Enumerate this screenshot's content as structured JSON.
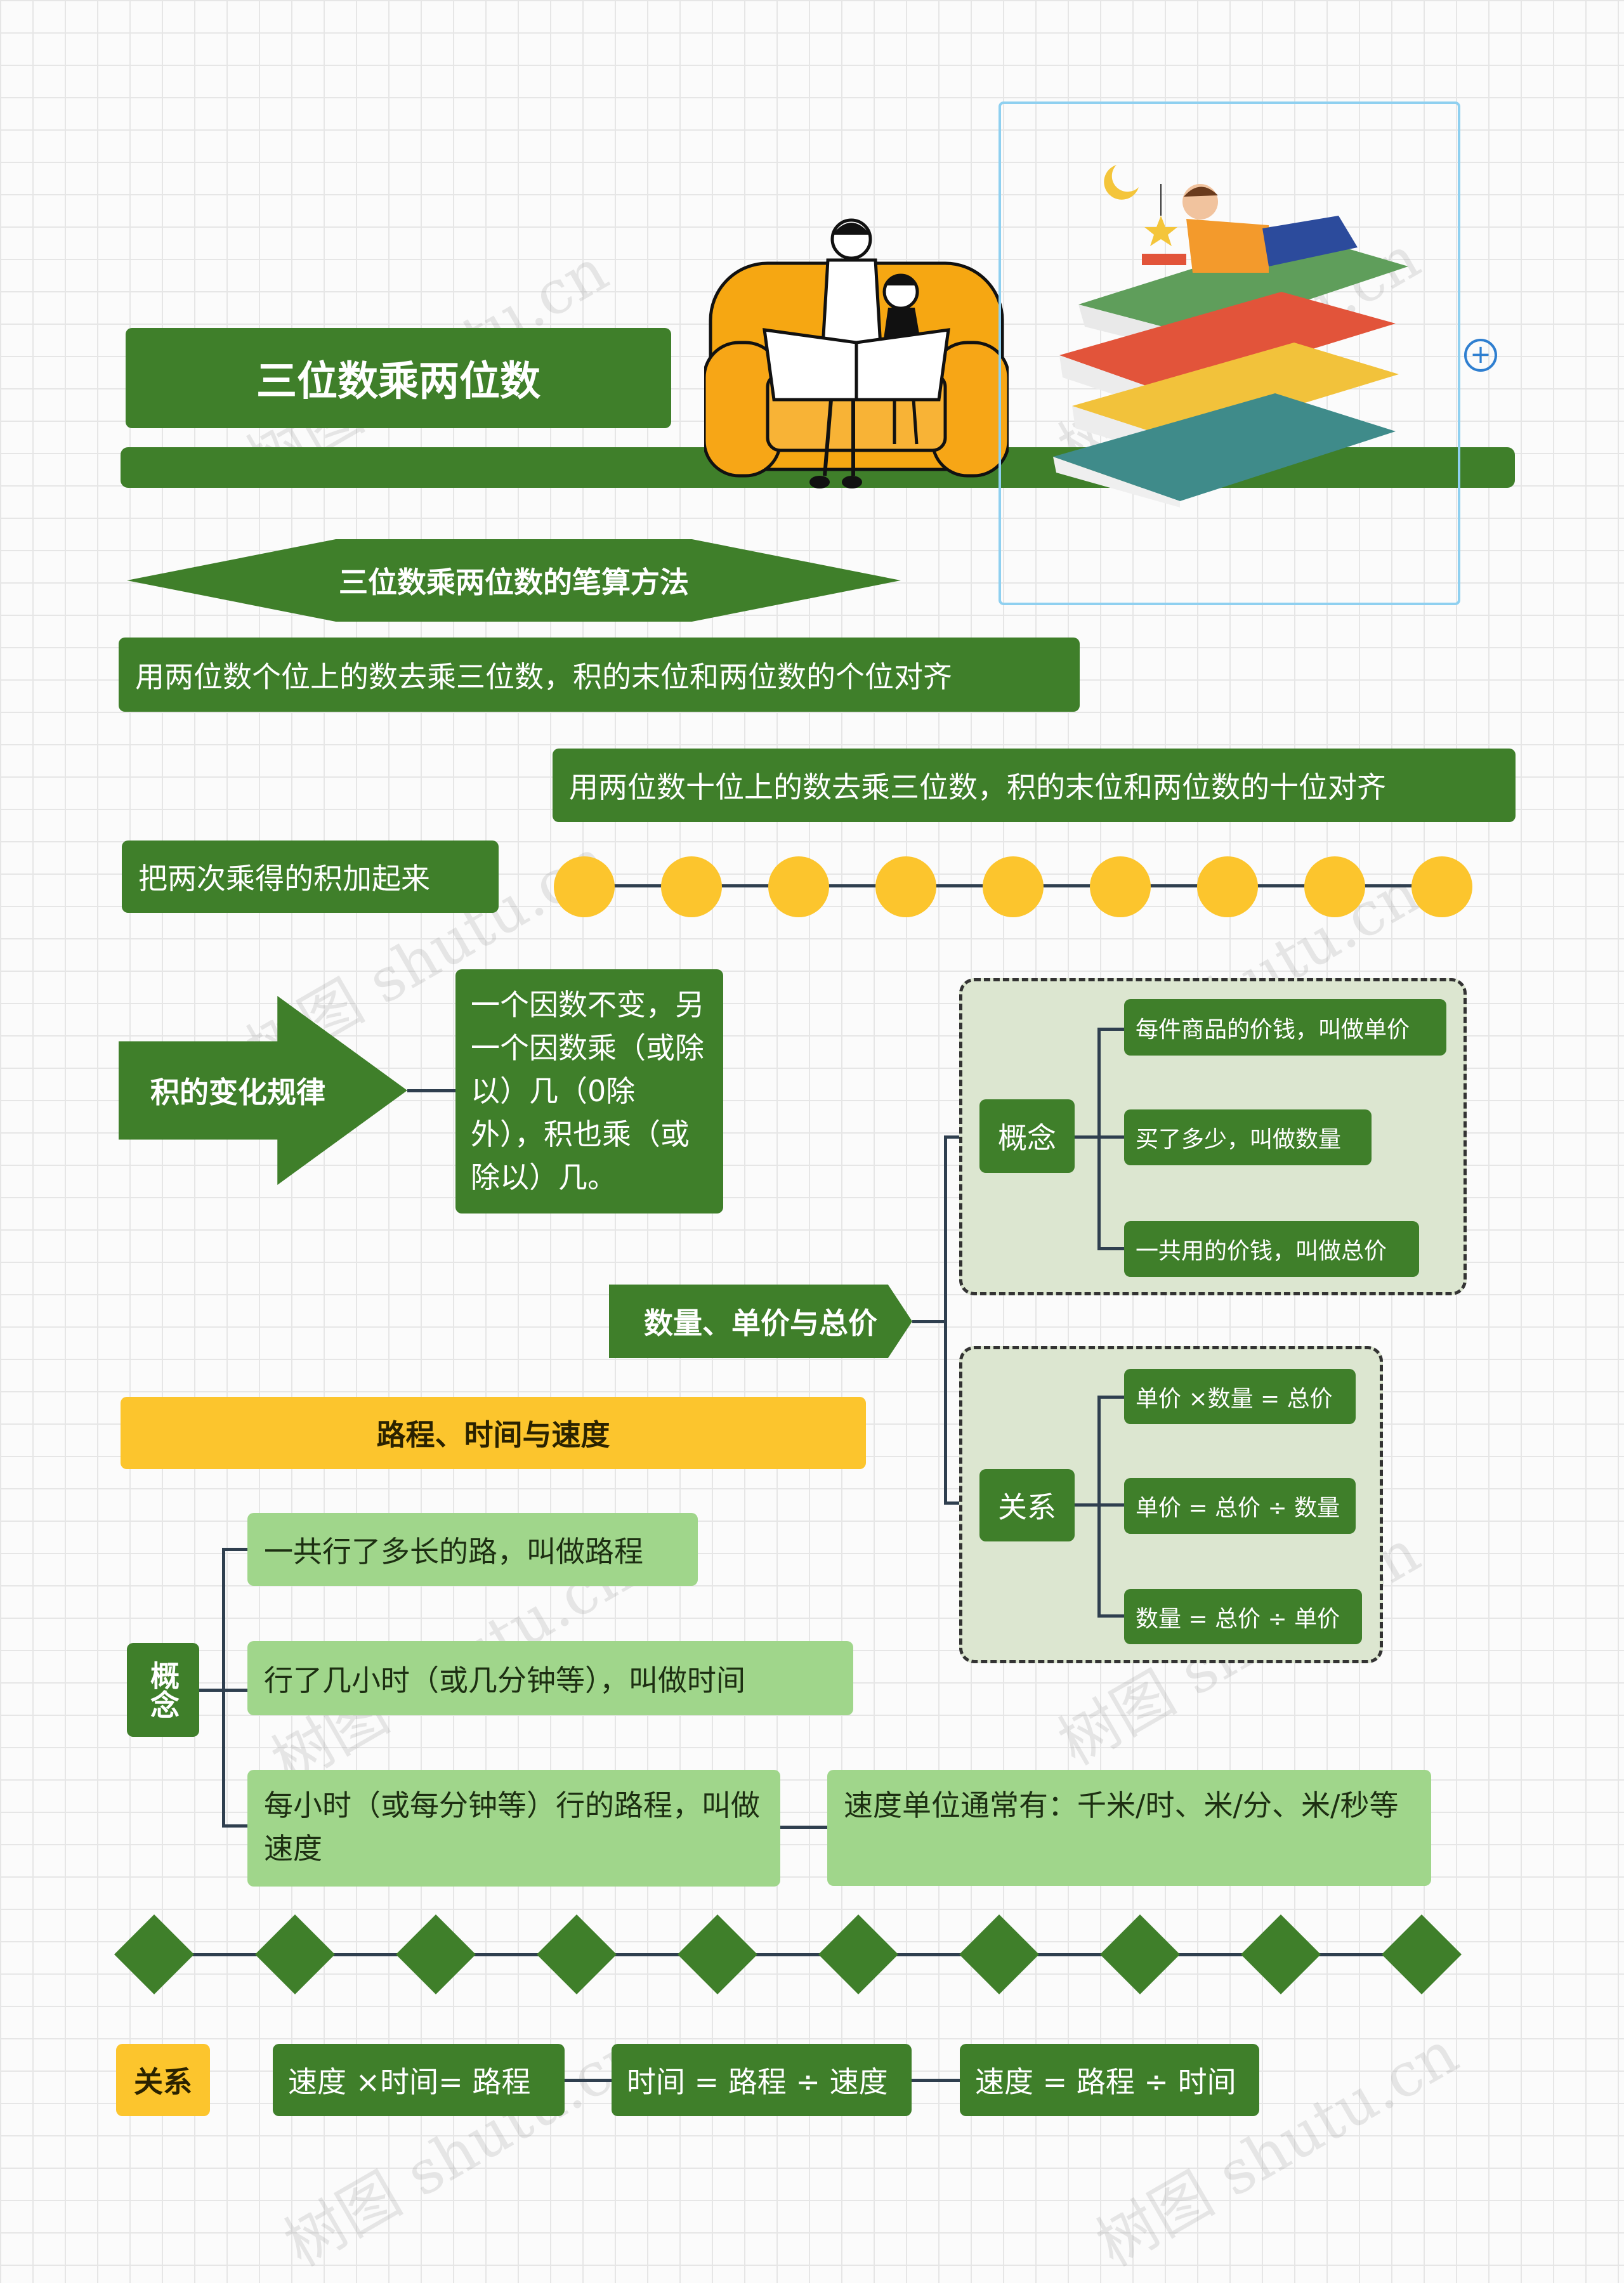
{
  "title": "三位数乘两位数",
  "written_method": {
    "heading": "三位数乘两位数的笔算方法",
    "step1": "用两位数个位上的数去乘三位数，积的末位和两位数的个位对齐",
    "step2": "用两位数十位上的数去乘三位数，积的末位和两位数的十位对齐",
    "step3": "把两次乘得的积加起来"
  },
  "product_rule": {
    "heading": "积的变化规律",
    "content": "一个因数不变，另一个因数乘（或除以）几（0除外），积也乘（或除以）几。"
  },
  "quantity_price": {
    "heading": "数量、单价与总价",
    "concept_label": "概念",
    "concepts": [
      "每件商品的价钱，叫做单价",
      "买了多少，叫做数量",
      "一共用的价钱，叫做总价"
    ],
    "relation_label": "关系",
    "relations": [
      "单价 ×数量 = 总价",
      "单价 = 总价 ÷ 数量",
      "数量 = 总价 ÷ 单价"
    ]
  },
  "distance_time_speed": {
    "heading": "路程、时间与速度",
    "concept_label": "概念",
    "concepts": [
      "一共行了多长的路，叫做路程",
      "行了几小时（或几分钟等），叫做时间",
      "每小时（或每分钟等）行的路程，叫做速度"
    ],
    "speed_unit_note": "速度单位通常有：千米/时、米/分、米/秒等",
    "relation_label": "关系",
    "relations": [
      "速度 ×时间= 路程",
      "时间 = 路程 ÷ 速度",
      "速度 = 路程 ÷ 时间"
    ]
  },
  "watermark": "树图 shutu.cn",
  "colors": {
    "green": "#3f7f2a",
    "light_green": "#a0d68b",
    "yellow": "#fcc52d",
    "panel": "#dce6d0",
    "connector": "#2f3f4f"
  }
}
